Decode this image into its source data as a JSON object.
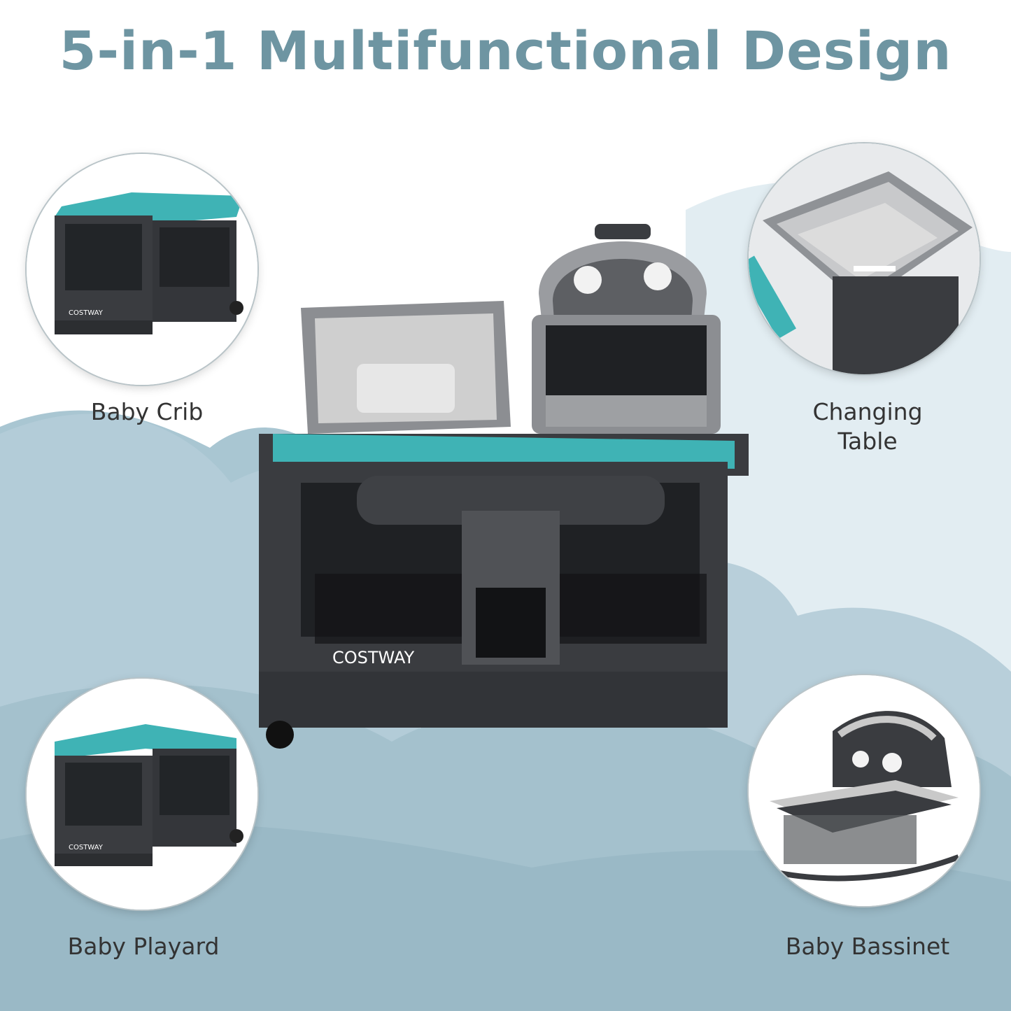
{
  "title": "5-in-1 Multifunctional Design",
  "brand": "COSTWAY",
  "colors": {
    "title": "#6e95a2",
    "accent_teal": "#3fb3b5",
    "frame_dark": "#3a3c40",
    "soft_grey": "#c9c9c9",
    "bg_light": "#e3eef2",
    "bg_wave": "#a7c4d0"
  },
  "modes": [
    {
      "id": "crib",
      "label": "Baby Crib"
    },
    {
      "id": "changing",
      "label_line1": "Changing",
      "label_line2": "Table"
    },
    {
      "id": "playard",
      "label": "Baby Playard"
    },
    {
      "id": "bassinet",
      "label": "Baby Bassinet"
    }
  ]
}
